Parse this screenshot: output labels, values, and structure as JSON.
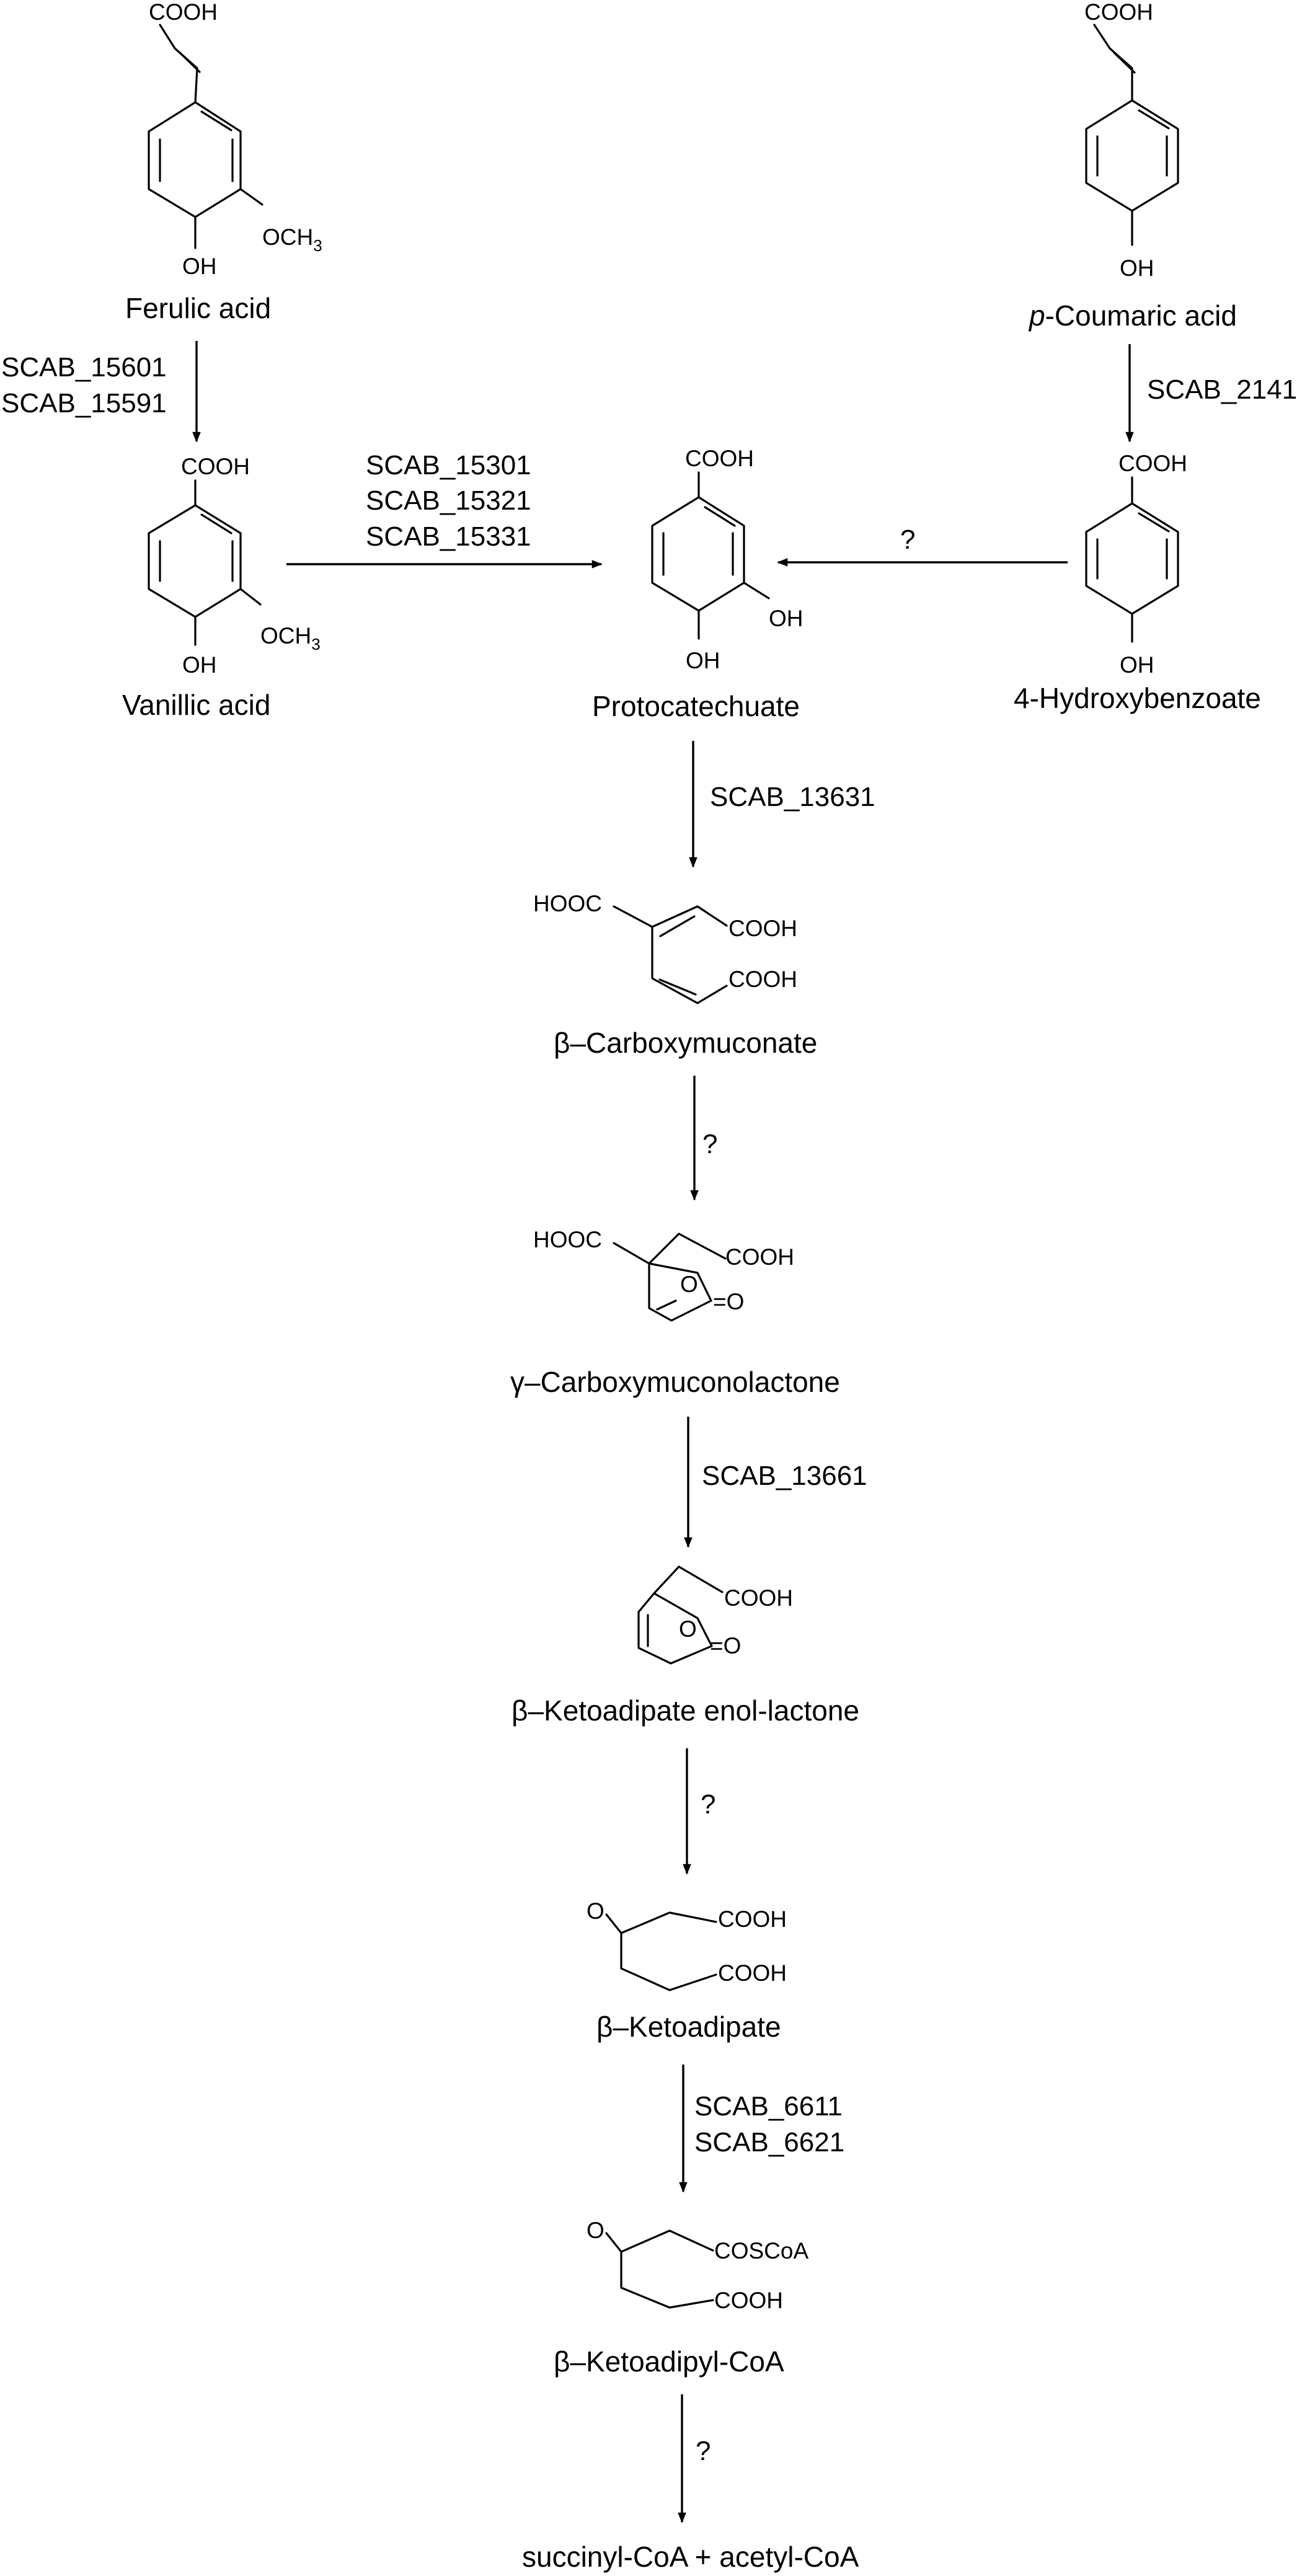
{
  "compounds": {
    "ferulic": "Ferulic acid",
    "p_coumaric_prefix": "p",
    "p_coumaric_rest": "-Coumaric acid",
    "vanillic": "Vanillic acid",
    "protocatechuate": "Protocatechuate",
    "hydroxybenzoate": "4-Hydroxybenzoate",
    "carboxymuconate": "β–Carboxymuconate",
    "carboxymuconolactone": "γ–Carboxymuconolactone",
    "enol_lactone": "β–Ketoadipate enol-lactone",
    "ketoadipate": "β–Ketoadipate",
    "ketoadipyl_coa": "β–Ketoadipyl-CoA",
    "final_products": "succinyl-CoA + acetyl-CoA"
  },
  "enzymes": {
    "ferulic_to_vanillic": [
      "SCAB_15601",
      "SCAB_15591"
    ],
    "vanillic_to_protocatechuate": [
      "SCAB_15301",
      "SCAB_15321",
      "SCAB_15331"
    ],
    "coumaric_to_hydroxybenzoate": "SCAB_2141",
    "hydroxybenzoate_to_protocatechuate": "?",
    "protocatechuate_to_carboxymuconate": "SCAB_13631",
    "carboxymuconate_to_lactone": "?",
    "lactone_to_enol_lactone": "SCAB_13661",
    "enol_lactone_to_ketoadipate": "?",
    "ketoadipate_to_coa": [
      "SCAB_6611",
      "SCAB_6621"
    ],
    "coa_to_products": "?"
  },
  "groups": {
    "cooh": "COOH",
    "hooc": "HOOC",
    "oh": "OH",
    "och3_main": "OCH",
    "och3_sub": "3",
    "o": "O",
    "carbonyl_o": "=O",
    "ketone_o": "O",
    "coscoa": "COSCoA"
  }
}
